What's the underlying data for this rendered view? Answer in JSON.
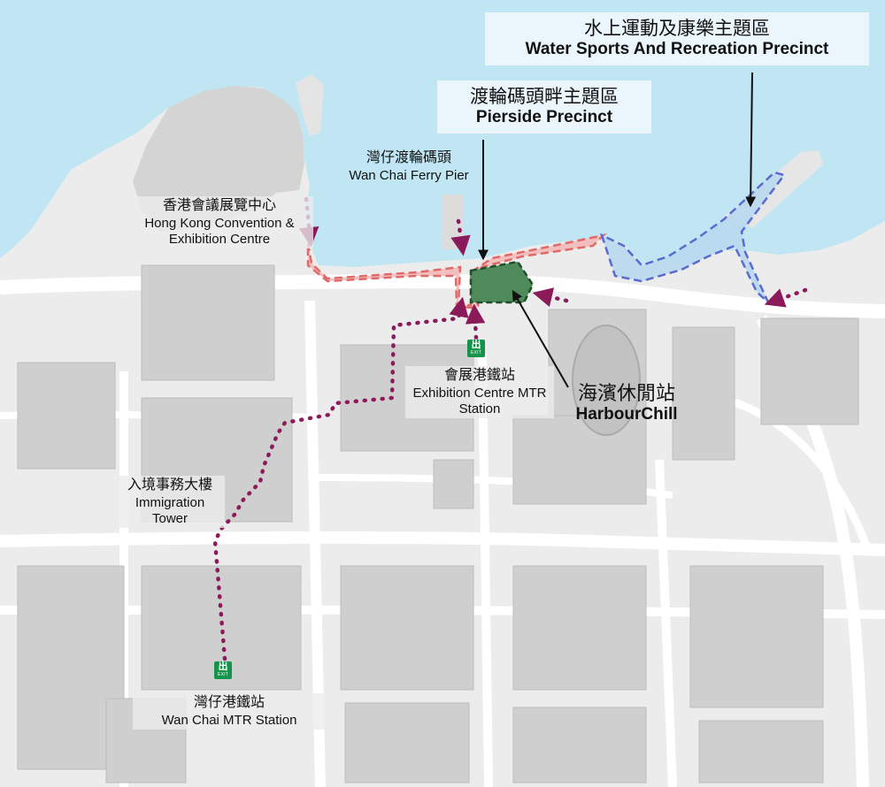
{
  "map": {
    "colors": {
      "water": "#bfe6f2",
      "land": "#ececec",
      "building": "#cfcfcf",
      "road": "#ffffff",
      "route": "#8b1a5a",
      "pierside_fill": "#f5b6b6",
      "pierside_stroke": "#e06a6a",
      "water_sports_fill": "#b9d8f0",
      "water_sports_stroke": "#5a6ad0",
      "harbourchill_fill": "#4f8a5a",
      "harbourchill_stroke": "#1f4e2a",
      "exit_sign": "#14944a"
    },
    "precincts": {
      "water_sports": {
        "zh": "水上運動及康樂主題區",
        "en": "Water Sports And Recreation Precinct"
      },
      "pierside": {
        "zh": "渡輪碼頭畔主題區",
        "en": "Pierside Precinct"
      },
      "harbourchill": {
        "zh": "海濱休閒站",
        "en": "HarbourChill"
      }
    },
    "places": {
      "ferry_pier": {
        "zh": "灣仔渡輪碼頭",
        "en": "Wan Chai Ferry Pier"
      },
      "convention_centre": {
        "zh": "香港會議展覽中心",
        "en": "Hong Kong Convention & Exhibition Centre"
      },
      "exhibition_mtr": {
        "zh": "會展港鐵站",
        "en": "Exhibition Centre MTR Station"
      },
      "immigration_tower": {
        "zh": "入境事務大樓",
        "en": "Immigration Tower"
      },
      "wanchai_mtr": {
        "zh": "灣仔港鐵站",
        "en": "Wan Chai MTR Station"
      }
    },
    "exit_sign": {
      "glyph": "出",
      "text": "EXIT",
      "icon": "mtr-exit-icon"
    }
  }
}
